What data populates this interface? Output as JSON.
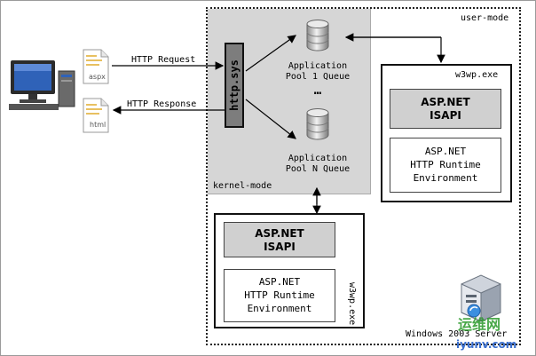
{
  "labels": {
    "user_mode": "user-mode",
    "kernel_mode": "kernel-mode",
    "http_sys": "http.sys",
    "http_request": "HTTP Request",
    "http_response": "HTTP Response",
    "ellipsis": "…",
    "os": "Windows 2003 Server",
    "watermark_cn": "运维网",
    "watermark_url": "iyunv.com"
  },
  "files": {
    "request_ext": "aspx",
    "response_ext": "html"
  },
  "pools": [
    {
      "line1": "Application",
      "line2": "Pool 1 Queue"
    },
    {
      "line1": "Application",
      "line2": "Pool N Queue"
    }
  ],
  "worker_right": {
    "title": "w3wp.exe",
    "isapi_line1": "ASP.NET",
    "isapi_line2": "ISAPI",
    "runtime_line1": "ASP.NET",
    "runtime_line2": "HTTP Runtime",
    "runtime_line3": "Environment"
  },
  "worker_bottom": {
    "title": "w3wp.exe",
    "isapi_line1": "ASP.NET",
    "isapi_line2": "ISAPI",
    "runtime_line1": "ASP.NET",
    "runtime_line2": "HTTP Runtime",
    "runtime_line3": "Environment"
  },
  "colors": {
    "kernel_bg": "#d6d6d6",
    "http_sys_bg": "#7d7d7d",
    "isapi_bg": "#d0d0d0",
    "monitor_blue": "#2f62b8"
  }
}
